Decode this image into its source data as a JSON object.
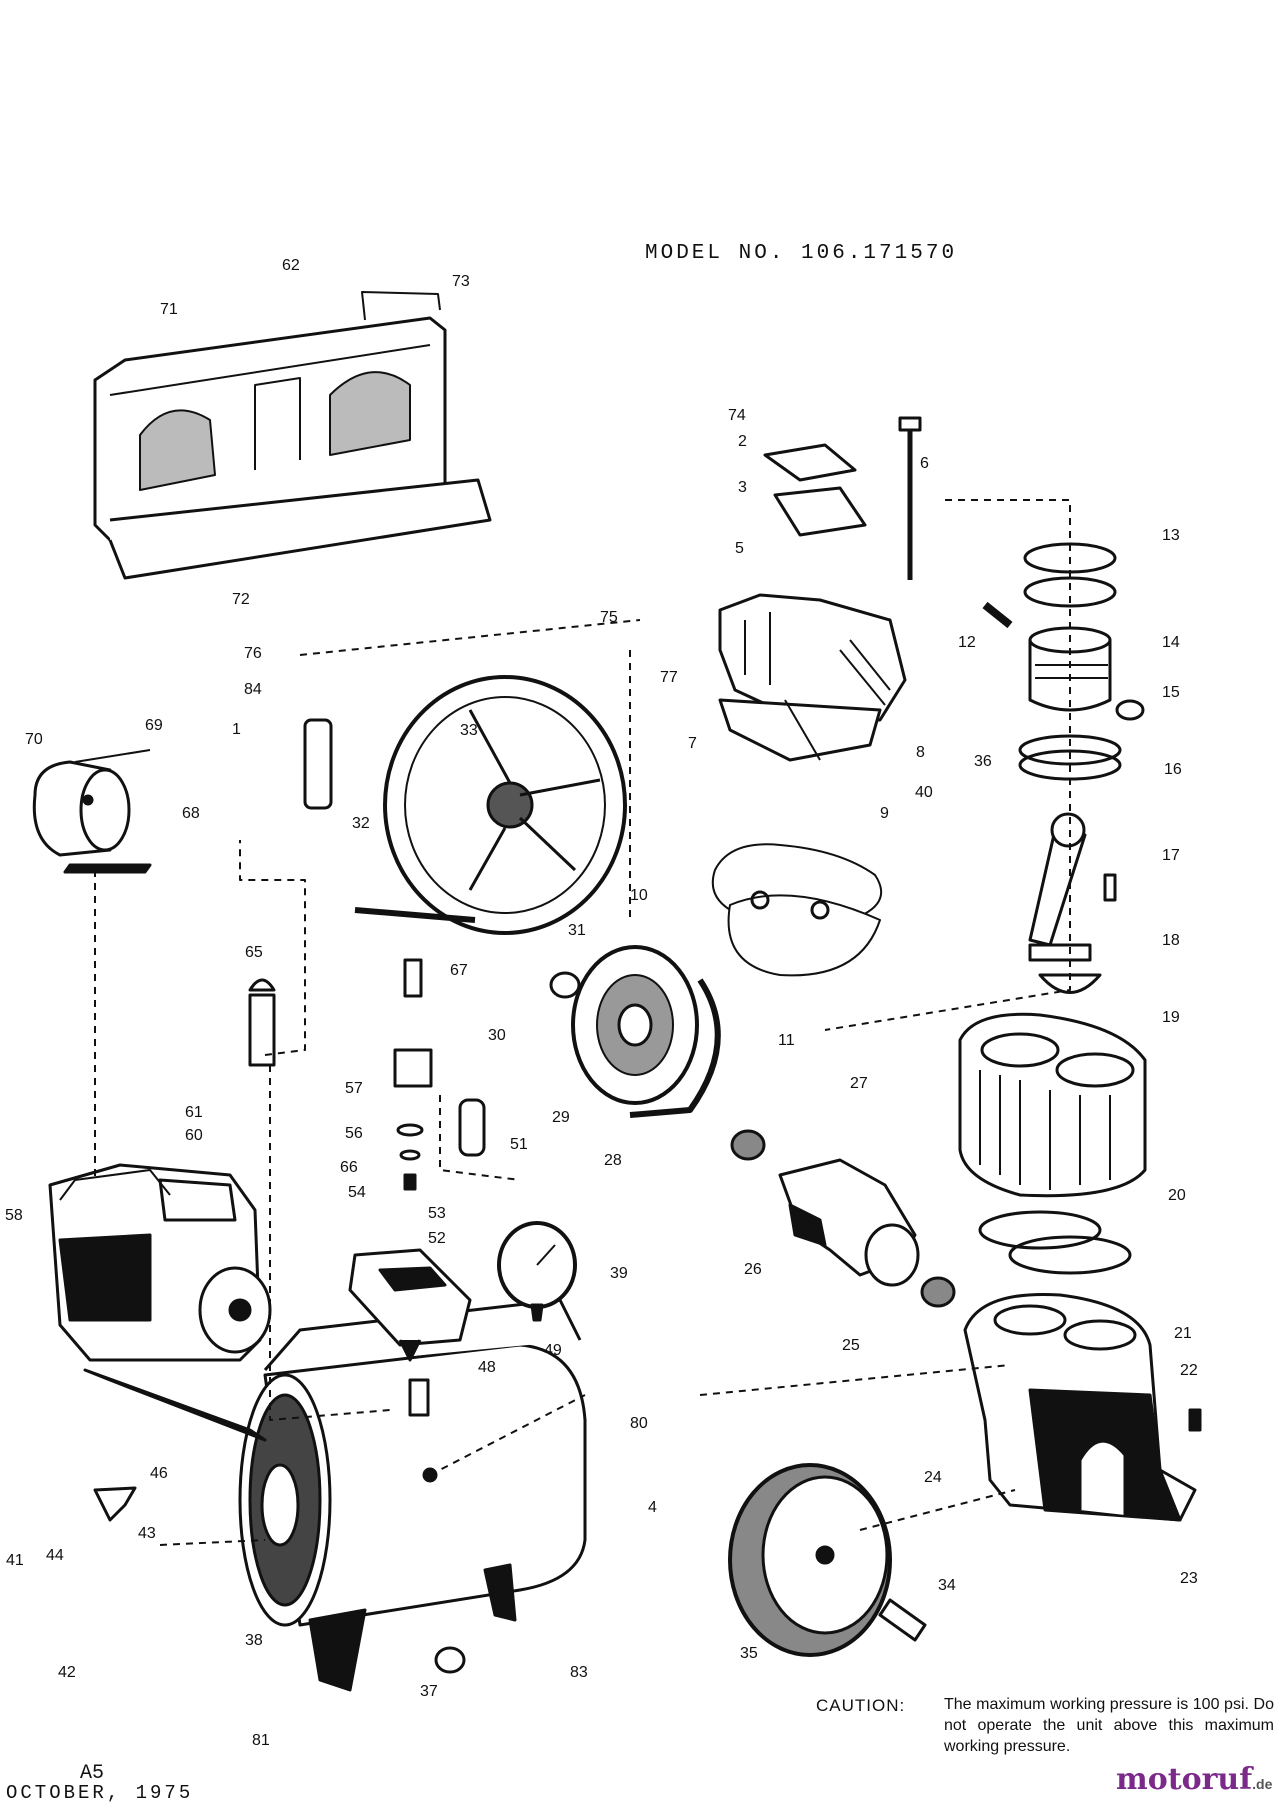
{
  "header": {
    "model": "MODEL NO.   106.171570"
  },
  "footer": {
    "code": "A5",
    "date": "OCTOBER, 1975"
  },
  "caution": {
    "label": "CAUTION:",
    "text": "The maximum working pressure is 100 psi. Do not operate the unit above this maximum working pressure."
  },
  "watermark": {
    "brand": "motoruf",
    "tld": ".de"
  },
  "labels": [
    "1",
    "2",
    "3",
    "4",
    "5",
    "6",
    "7",
    "8",
    "9",
    "10",
    "11",
    "12",
    "13",
    "14",
    "15",
    "16",
    "17",
    "18",
    "19",
    "20",
    "21",
    "22",
    "23",
    "24",
    "25",
    "26",
    "27",
    "28",
    "29",
    "30",
    "31",
    "32",
    "33",
    "34",
    "35",
    "36",
    "37",
    "38",
    "39",
    "40",
    "41",
    "42",
    "43",
    "44",
    "46",
    "48",
    "49",
    "51",
    "52",
    "53",
    "54",
    "56",
    "57",
    "58",
    "60",
    "61",
    "62",
    "65",
    "66",
    "67",
    "68",
    "69",
    "70",
    "71",
    "72",
    "73",
    "74",
    "75",
    "76",
    "77",
    "80",
    "81",
    "83",
    "84"
  ]
}
